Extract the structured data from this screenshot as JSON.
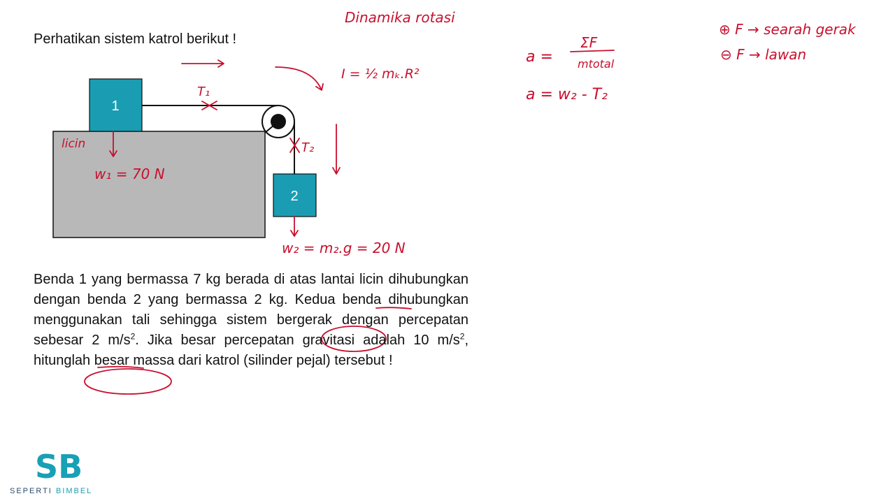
{
  "title": "Perhatikan sistem katrol berikut !",
  "problem": {
    "part1": "Benda 1 yang bermassa 7 kg berada di atas lantai licin dihubungkan dengan benda 2 yang bermassa 2 kg. Kedua benda dihubungkan menggunakan tali sehingga sistem bergerak dengan percepatan sebesar 2 m/s",
    "sup1": "2",
    "part2": ". Jika besar percepatan gravitasi adalah 10 m/s",
    "sup2": "2",
    "part3": ", hitunglah besar massa dari katrol (silinder pejal) tersebut !"
  },
  "diagram": {
    "block1_label": "1",
    "block2_label": "2",
    "block_color": "#1a9db2",
    "table_color": "#b8b8b8"
  },
  "annotations": {
    "header": "Dinamika rotasi",
    "t1": "T₁",
    "t2": "T₂",
    "inertia": "I = ½ mₖ.R²",
    "licin": "licin",
    "w1": "w₁ = 70 N",
    "w2": "w₂ = m₂.g = 20 N",
    "a_line1_lhs": "a =",
    "a_line1_num": "ΣF",
    "a_line1_den": "mtotal",
    "a_line2": "a =  w₂ - T₂",
    "plus_note": "⊕ F → searah gerak",
    "minus_note": "⊖ F → lawan",
    "ink_color": "#c8102e"
  },
  "logo": {
    "mark": "SB",
    "text_a": "SEPERTI",
    "text_b": "BIMBEL"
  }
}
